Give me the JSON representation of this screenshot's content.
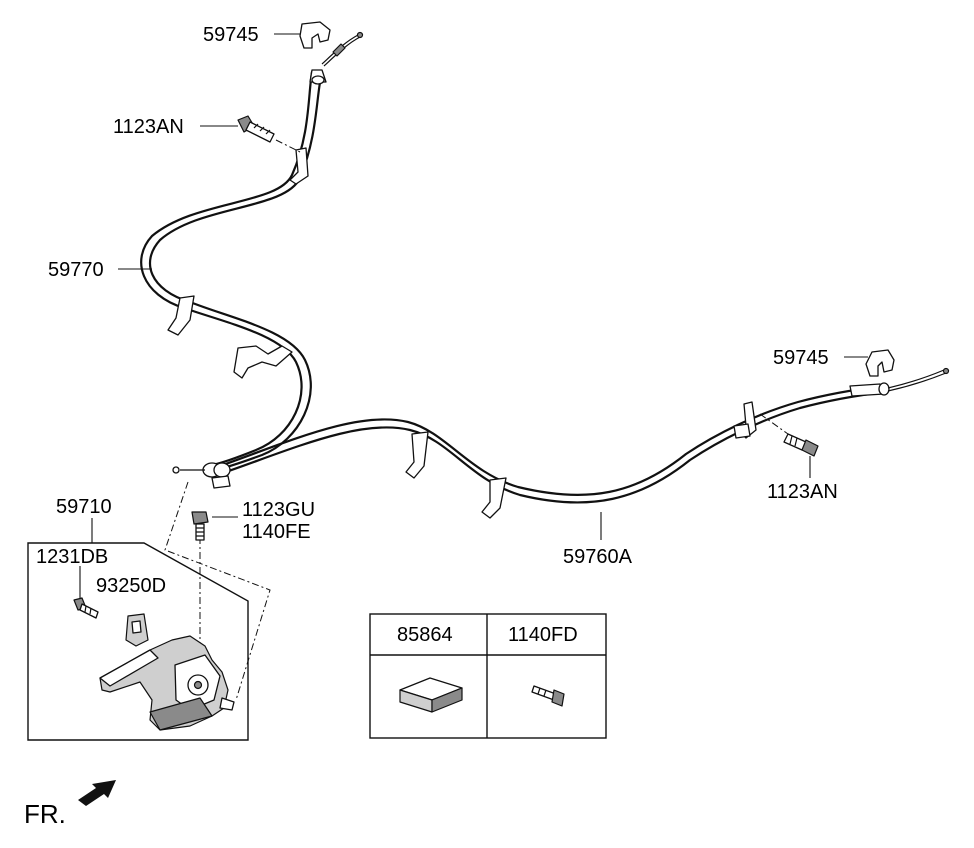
{
  "labels": {
    "clip_top": "59745",
    "bolt_top": "1123AN",
    "cable_left": "59770",
    "clip_right": "59745",
    "bolt_right": "1123AN",
    "lever_assy": "59710",
    "bolt_gu": "1123GU",
    "bolt_fe": "1140FE",
    "bolt_db": "1231DB",
    "bracket": "93250D",
    "cable_right": "59760A"
  },
  "table": {
    "headers": [
      "85864",
      "1140FD"
    ]
  },
  "direction": {
    "label": "FR."
  }
}
